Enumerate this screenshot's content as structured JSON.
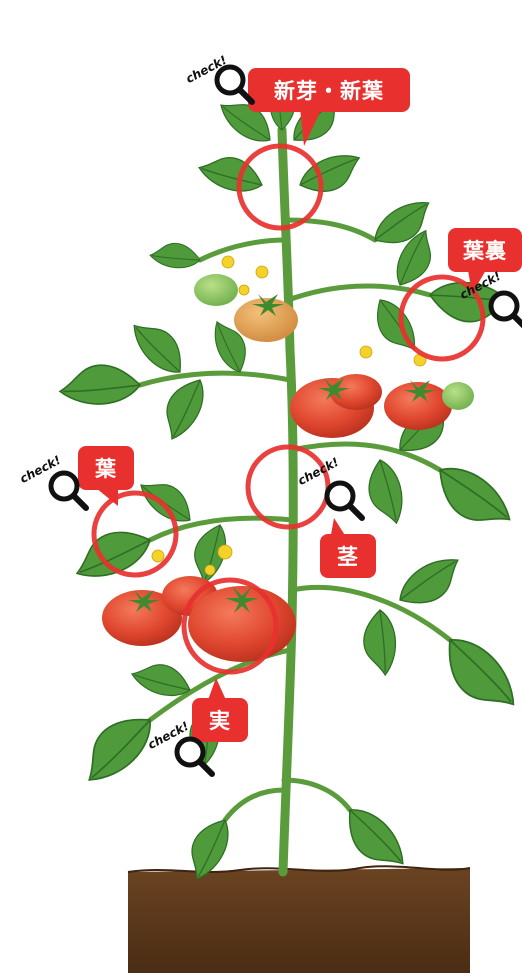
{
  "labels": {
    "new_bud": "新芽・新葉",
    "leaf_back": "葉裏",
    "leaf": "葉",
    "stem": "茎",
    "fruit": "実"
  },
  "check_text": "check!",
  "icons": {
    "magnifier": "magnifier-icon"
  },
  "colors": {
    "accent_red": "#e8312f",
    "leaf_green": "#4f9a3a",
    "leaf_dark": "#2f6e25",
    "stem_green": "#5a9c3c",
    "tomato": "#e2513a",
    "soil": "#5b3a1e"
  }
}
